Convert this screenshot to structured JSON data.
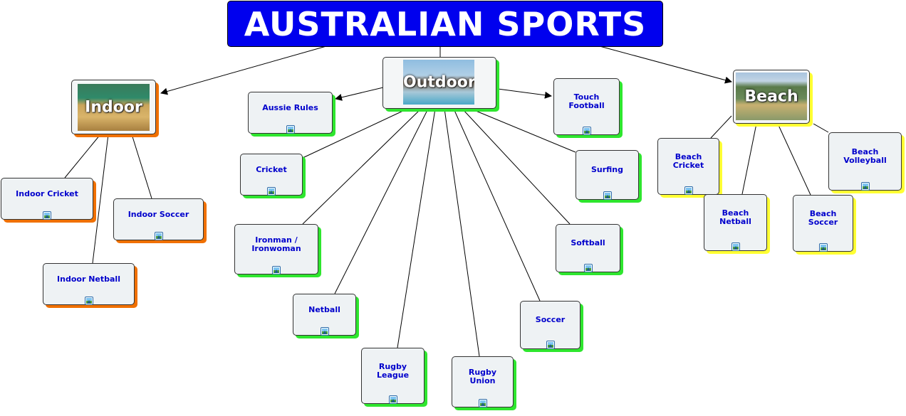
{
  "title": "AUSTRALIAN SPORTS",
  "colors": {
    "title_bg": "#0000ee",
    "label": "#0000cc",
    "indoor_shadow": "#f07000",
    "outdoor_shadow": "#2ee62e",
    "beach_shadow": "#ffff33"
  },
  "hubs": {
    "indoor": "Indoor",
    "outdoor": "Outdoor",
    "beach": "Beach"
  },
  "indoor": [
    "Indoor Cricket",
    "Indoor Soccer",
    "Indoor Netball"
  ],
  "outdoor": [
    "Aussie Rules",
    "Cricket",
    "Ironman /\nIronwoman",
    "Netball",
    "Rugby\nLeague",
    "Rugby\nUnion",
    "Soccer",
    "Softball",
    "Surfing",
    "Touch\nFootball"
  ],
  "beach": [
    "Beach\nCricket",
    "Beach\nNetball",
    "Beach\nSoccer",
    "Beach\nVolleyball"
  ],
  "icons": {
    "node": "image-icon"
  }
}
